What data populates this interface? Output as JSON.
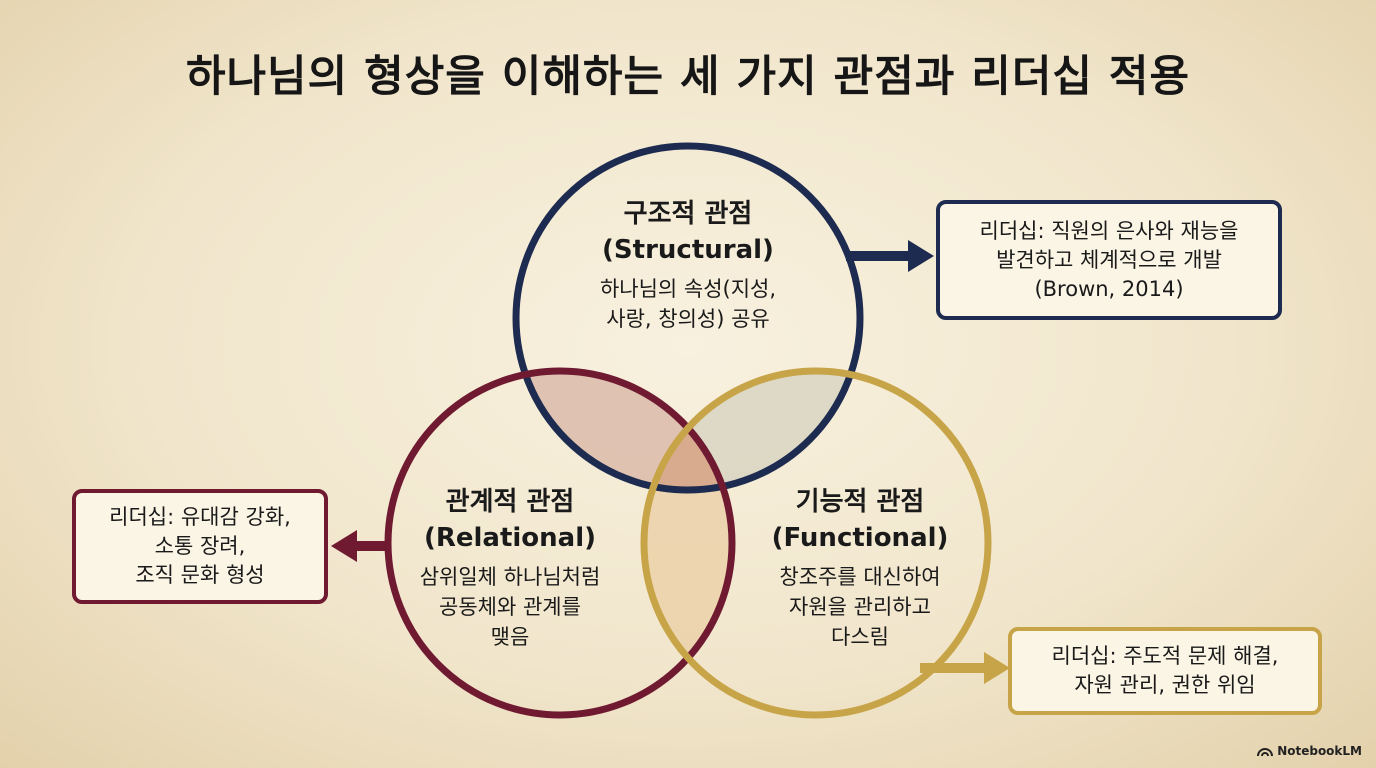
{
  "title": "하나님의 형상을 이해하는 세 가지 관점과 리더십 적용",
  "colors": {
    "structural": "#1c2b4f",
    "relational": "#701a32",
    "functional": "#c8a448"
  },
  "circles": {
    "structural": {
      "name": "구조적 관점",
      "eng": "(Structural)",
      "desc": [
        "하나님의 속성(지성,",
        "사랑, 창의성) 공유"
      ]
    },
    "relational": {
      "name": "관계적 관점",
      "eng": "(Relational)",
      "desc": [
        "삼위일체 하나님처럼",
        "공동체와 관계를",
        "맺음"
      ]
    },
    "functional": {
      "name": "기능적 관점",
      "eng": "(Functional)",
      "desc": [
        "창조주를 대신하여",
        "자원을 관리하고",
        "다스림"
      ]
    }
  },
  "boxes": {
    "structural": [
      "리더십: 직원의 은사와 재능을",
      "발견하고 체계적으로 개발",
      "(Brown, 2014)"
    ],
    "relational": [
      "리더십: 유대감 강화,",
      "소통 장려,",
      "조직 문화 형성"
    ],
    "functional": [
      "리더십: 주도적 문제 해결,",
      "자원 관리, 권한 위임"
    ]
  },
  "logo": "NotebookLM"
}
